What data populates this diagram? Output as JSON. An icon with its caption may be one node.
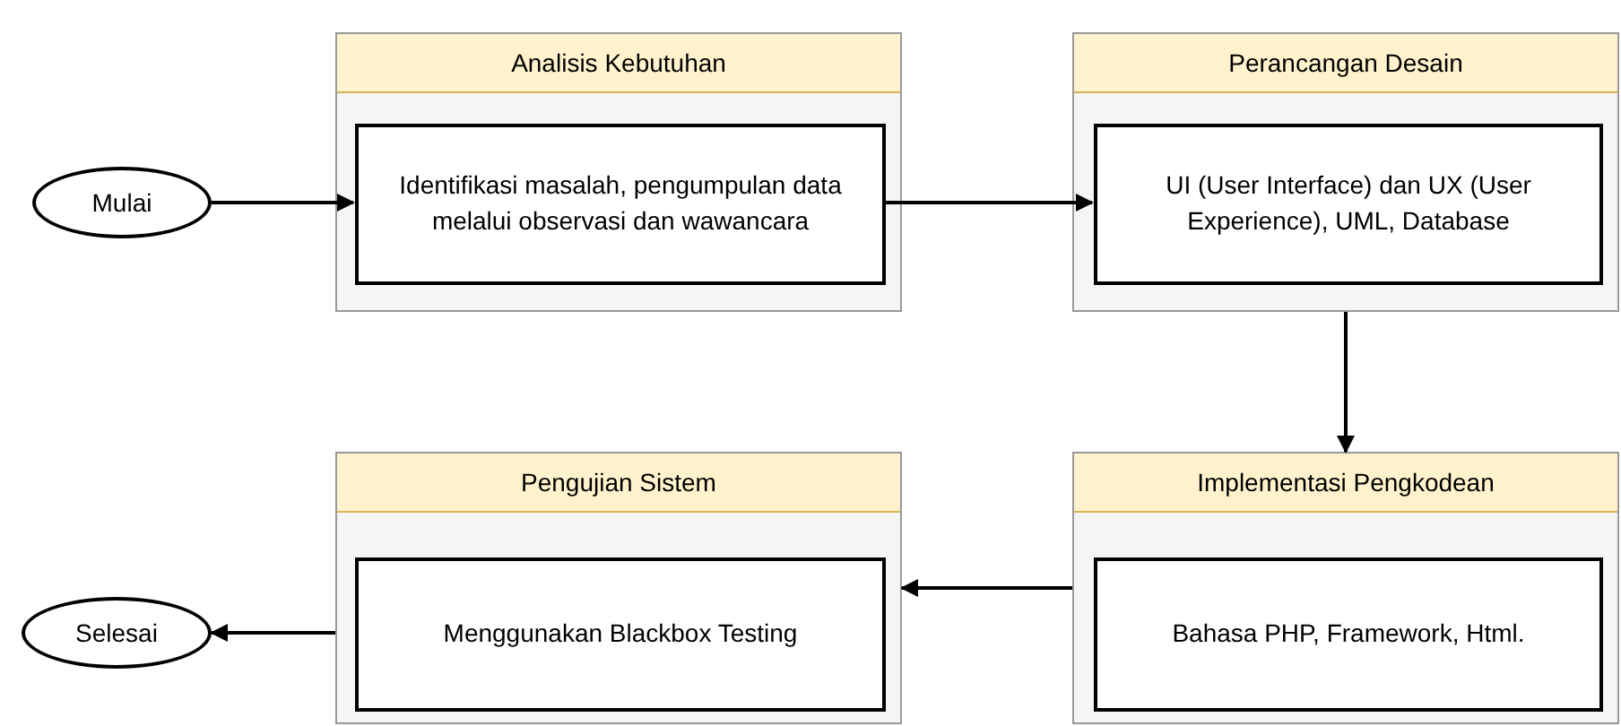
{
  "diagram": {
    "nodes": [
      {
        "text": [
          "Mulai"
        ]
      },
      {
        "text": [
          "Analisis Kebutuhan"
        ]
      },
      {
        "text": [
          "Identifikasi masalah, pengumpulan data melalui observasi dan wawancara"
        ],
        "in": 1
      },
      {
        "text": [
          "Perancangan Desain"
        ]
      },
      {
        "text": [
          "UI (User Interface) dan UX (User Experience), UML, Database"
        ],
        "in": 3
      },
      {
        "text": [
          "Selesai"
        ]
      },
      {
        "text": [
          "Pengujian Sistem"
        ]
      },
      {
        "text": [
          "Menggunakan Blackbox Testing"
        ],
        "in": 6
      },
      {
        "text": [
          "Implementasi Pengkodean"
        ]
      },
      {
        "text": [
          "Bahasa PHP, Framework, Html."
        ],
        "in": 8
      }
    ],
    "edges": [
      {
        "from": 0,
        "to": 2,
        "arrow": "to"
      },
      {
        "from": 2,
        "to": 4,
        "arrow": "to"
      },
      {
        "from": 3,
        "to": 8,
        "arrow": "to"
      },
      {
        "from": 8,
        "to": 6,
        "arrow": "to"
      },
      {
        "from": 6,
        "to": 5,
        "arrow": "to"
      }
    ]
  }
}
